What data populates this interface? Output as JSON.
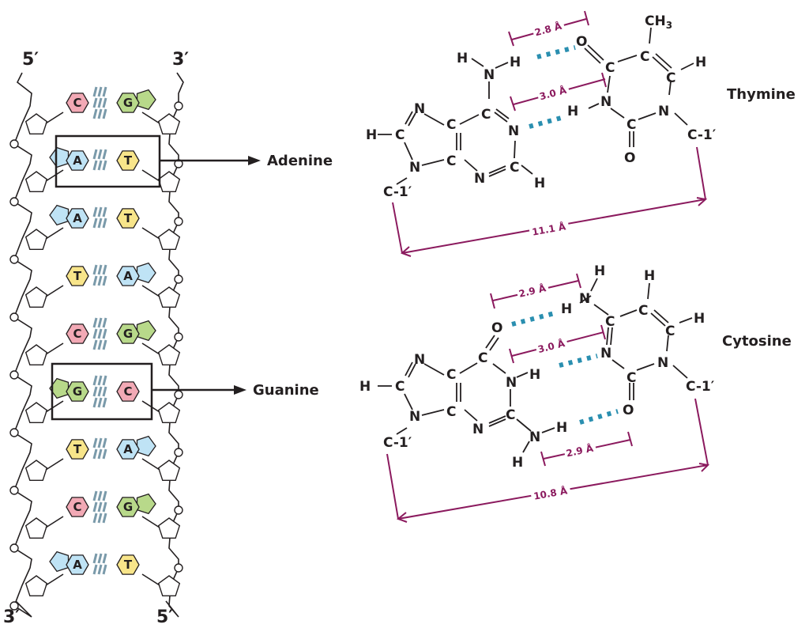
{
  "helix": {
    "top_left_end": "5′",
    "top_right_end": "3′",
    "bottom_left_end": "3′",
    "bottom_right_end": "5′",
    "pairs": [
      {
        "left": "C",
        "right": "G"
      },
      {
        "left": "A",
        "right": "T"
      },
      {
        "left": "A",
        "right": "T"
      },
      {
        "left": "T",
        "right": "A"
      },
      {
        "left": "C",
        "right": "G"
      },
      {
        "left": "G",
        "right": "C"
      },
      {
        "left": "T",
        "right": "A"
      },
      {
        "left": "C",
        "right": "G"
      },
      {
        "left": "A",
        "right": "T"
      }
    ],
    "highlighted_pairs": [
      1,
      5
    ],
    "base_colors": {
      "A": "#bfe3f5",
      "T": "#f8e58a",
      "C": "#f2a9b5",
      "G": "#b8d98a"
    }
  },
  "callouts": {
    "adenine": "Adenine",
    "guanine": "Guanine"
  },
  "at_pair": {
    "partner_label": "Thymine",
    "distances": {
      "top": "2.8 Å",
      "middle": "3.0 Å",
      "c1_to_c1": "11.1 Å"
    },
    "c1_label": "C-1′",
    "methyl": "CH",
    "methyl_sub": "3"
  },
  "gc_pair": {
    "partner_label": "Cytosine",
    "distances": {
      "top": "2.9 Å",
      "middle": "3.0 Å",
      "bottom": "2.9 Å",
      "c1_to_c1": "10.8 Å"
    },
    "c1_label": "C-1′"
  },
  "atoms": {
    "H": "H",
    "N": "N",
    "C": "C",
    "O": "O"
  }
}
